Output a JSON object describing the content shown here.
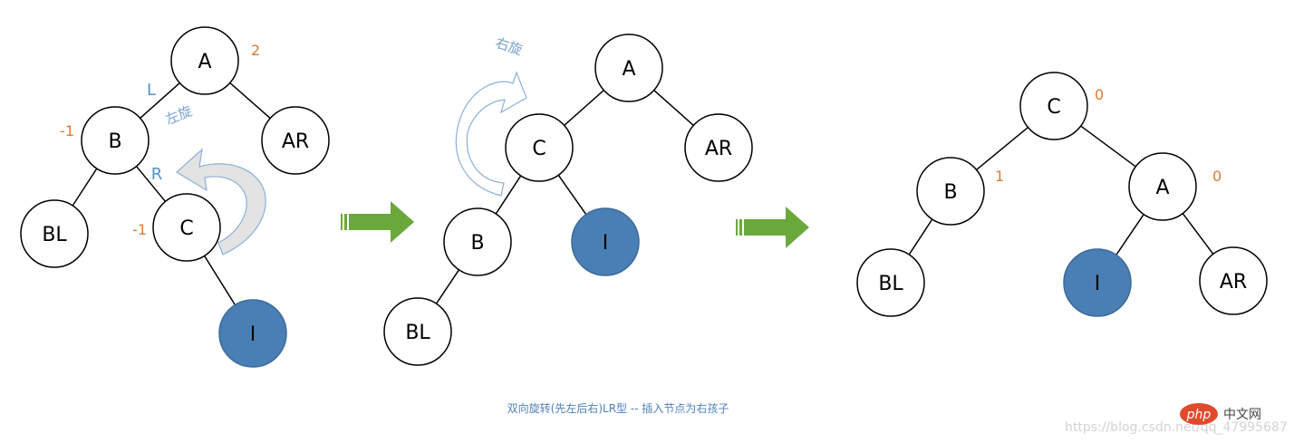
{
  "colors": {
    "node_fill": "#ffffff",
    "node_stroke": "#000000",
    "inserted_fill": "#4a7fb5",
    "inserted_stroke": "#3b6a99",
    "balance_text": "#e07a2e",
    "edge_label_text": "#4f94cf",
    "rotation_label_text": "#7aa3cf",
    "caption_text": "#4f7fb8",
    "big_arrow": "#6aa83c"
  },
  "panels": [
    {
      "id": "before",
      "nodes": [
        {
          "id": "A",
          "label": "A",
          "inserted": false,
          "balance": "2"
        },
        {
          "id": "B",
          "label": "B",
          "inserted": false,
          "balance": "-1"
        },
        {
          "id": "AR",
          "label": "AR",
          "inserted": false
        },
        {
          "id": "BL",
          "label": "BL",
          "inserted": false
        },
        {
          "id": "C",
          "label": "C",
          "inserted": false,
          "balance": "-1"
        },
        {
          "id": "I",
          "label": "I",
          "inserted": true
        }
      ],
      "edges": [
        [
          "A",
          "B"
        ],
        [
          "A",
          "AR"
        ],
        [
          "B",
          "BL"
        ],
        [
          "B",
          "C"
        ],
        [
          "C",
          "I"
        ]
      ],
      "edge_labels": [
        "L",
        "R"
      ],
      "rotation_label": "左旋",
      "rotation_icon": "curved-arrow-left-icon"
    },
    {
      "id": "middle",
      "nodes": [
        {
          "id": "A",
          "label": "A",
          "inserted": false
        },
        {
          "id": "C",
          "label": "C",
          "inserted": false
        },
        {
          "id": "AR",
          "label": "AR",
          "inserted": false
        },
        {
          "id": "B",
          "label": "B",
          "inserted": false
        },
        {
          "id": "I",
          "label": "I",
          "inserted": true
        },
        {
          "id": "BL",
          "label": "BL",
          "inserted": false
        }
      ],
      "edges": [
        [
          "A",
          "C"
        ],
        [
          "A",
          "AR"
        ],
        [
          "C",
          "B"
        ],
        [
          "C",
          "I"
        ],
        [
          "B",
          "BL"
        ]
      ],
      "rotation_label": "右旋",
      "rotation_icon": "curved-arrow-right-icon"
    },
    {
      "id": "after",
      "nodes": [
        {
          "id": "C",
          "label": "C",
          "inserted": false,
          "balance": "0"
        },
        {
          "id": "B",
          "label": "B",
          "inserted": false,
          "balance": "1"
        },
        {
          "id": "A",
          "label": "A",
          "inserted": false,
          "balance": "0"
        },
        {
          "id": "BL",
          "label": "BL",
          "inserted": false
        },
        {
          "id": "I",
          "label": "I",
          "inserted": true
        },
        {
          "id": "AR",
          "label": "AR",
          "inserted": false
        }
      ],
      "edges": [
        [
          "C",
          "B"
        ],
        [
          "C",
          "A"
        ],
        [
          "B",
          "BL"
        ],
        [
          "A",
          "I"
        ],
        [
          "A",
          "AR"
        ]
      ]
    }
  ],
  "transition_arrows": [
    "right-arrow-icon",
    "right-arrow-icon"
  ],
  "caption": "双向旋转(先左后右)LR型 -- 插入节点为右孩子",
  "watermark": {
    "php_badge": "php",
    "site_name": "中文网",
    "url": "https://blog.csdn.net/qq_47995687"
  }
}
